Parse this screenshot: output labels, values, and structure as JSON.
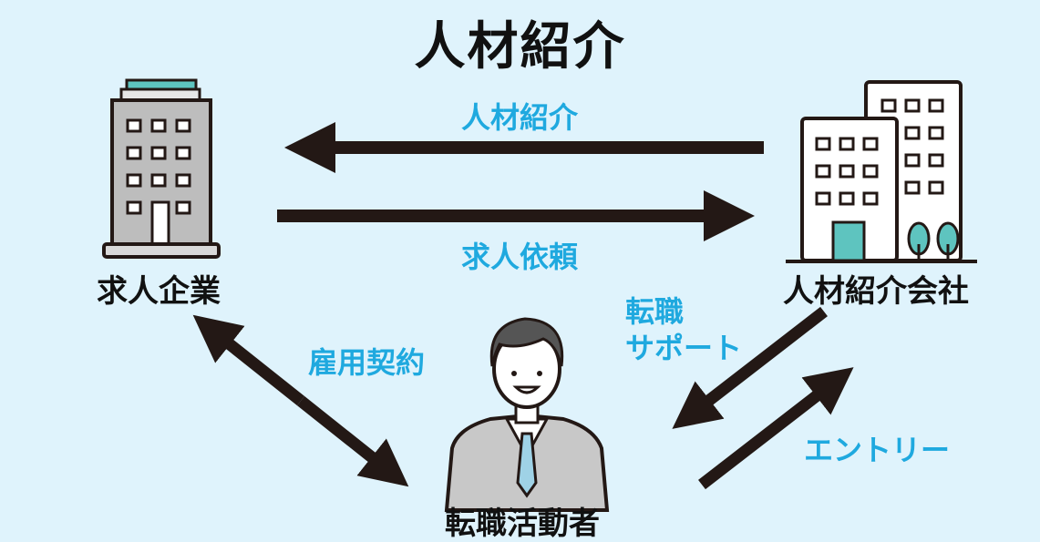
{
  "title": "人材紹介",
  "nodes": {
    "employer": "求人企業",
    "agency": "人材紹介会社",
    "job_seeker": "転職活動者"
  },
  "flows": {
    "referral": "人材紹介",
    "job_request": "求人依頼",
    "employment_contract": "雇用契約",
    "career_support_line1": "転職",
    "career_support_line2": "サポート",
    "entry": "エントリー"
  },
  "colors": {
    "background": "#dff3fc",
    "accent_blue": "#1fa9df",
    "arrow": "#231815",
    "teal": "#5ec4bf"
  }
}
